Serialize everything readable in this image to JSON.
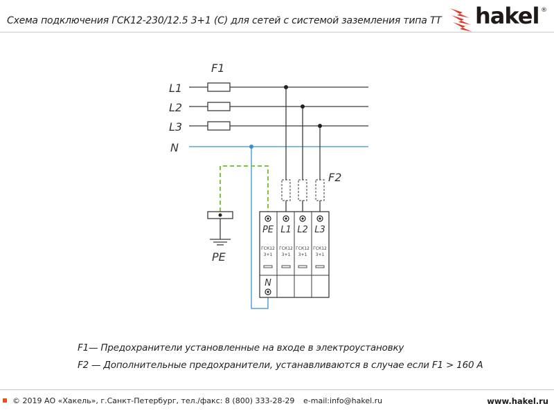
{
  "header": {
    "title": "Схема подключения ГСК12-230/12.5 3+1 (С) для сетей с системой заземления типа ТТ"
  },
  "logo": {
    "text": "hakel",
    "registered": "®",
    "icon": "lightning-bolts-icon",
    "bolt_color": "#e63323"
  },
  "diagram": {
    "lines": [
      "L1",
      "L2",
      "L3",
      "N"
    ],
    "fuse_main_label": "F1",
    "fuse_extra_label": "F2",
    "earth_label": "PE",
    "modules": [
      {
        "terminal": "PE",
        "type": "ГСК12",
        "config": "3+1",
        "bottom_terminal": "N"
      },
      {
        "terminal": "L1",
        "type": "ГСК12",
        "config": "3+1"
      },
      {
        "terminal": "L2",
        "type": "ГСК12",
        "config": "3+1"
      },
      {
        "terminal": "L3",
        "type": "ГСК12",
        "config": "3+1"
      }
    ],
    "colors": {
      "phase": "#3a3a3a",
      "neutral": "#3a8fd0",
      "earth": "#7dc33b"
    }
  },
  "legend": {
    "f1": "F1— Предохранители установленные на входе в электроустановку",
    "f2": "F2 — Дополнительные предохранители, устанавливаются в случае если F1 > 160 А"
  },
  "footer": {
    "copyright": "© 2019 АО «Хакель», г.Санкт-Петербург, тел./факс: 8 (800) 333-28-29",
    "email": "e-mail:info@hakel.ru",
    "site": "www.hakel.ru",
    "accent_color": "#e94f1d"
  }
}
